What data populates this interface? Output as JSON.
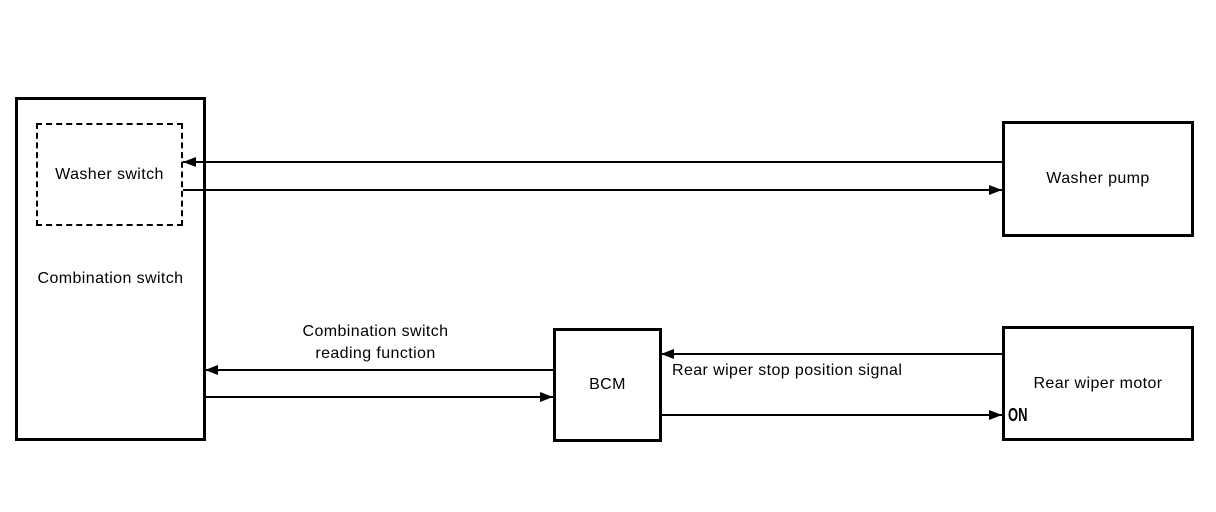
{
  "colors": {
    "background": "#ffffff",
    "ink": "#000000"
  },
  "diagram": {
    "nodes": {
      "combination_switch": {
        "label": "Combination switch"
      },
      "washer_switch": {
        "label": "Washer switch"
      },
      "washer_pump": {
        "label": "Washer pump"
      },
      "bcm": {
        "label": "BCM"
      },
      "rear_wiper_motor": {
        "label": "Rear wiper motor"
      }
    },
    "edge_labels": {
      "reading_function": "Combination switch\nreading function",
      "rear_wiper_stop_position_signal": "Rear wiper stop position signal",
      "on": "ON"
    },
    "connections": [
      {
        "from": "washer_pump",
        "to": "washer_switch"
      },
      {
        "from": "washer_switch",
        "to": "washer_pump"
      },
      {
        "from": "bcm",
        "to": "combination_switch",
        "label": "Combination switch reading function"
      },
      {
        "from": "combination_switch",
        "to": "bcm"
      },
      {
        "from": "rear_wiper_motor",
        "to": "bcm",
        "label": "Rear wiper stop position signal"
      },
      {
        "from": "bcm",
        "to": "rear_wiper_motor",
        "label": "ON"
      }
    ]
  }
}
